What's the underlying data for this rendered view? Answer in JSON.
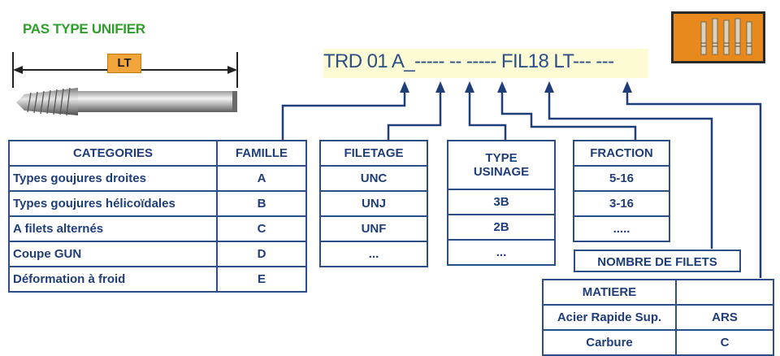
{
  "title": "PAS TYPE UNIFIER",
  "lt_label": "LT",
  "code_string": "TRD 01 A_----- -- ----- FIL18 LT--- ---",
  "colors": {
    "title_green": "#2f9e2a",
    "table_blue": "#2b4f86",
    "code_band": "#fdfbd4",
    "badge_orange": "#f2a53a",
    "thumb_orange": "#e8891d"
  },
  "categories_table": {
    "headers": [
      "CATEGORIES",
      "FAMILLE"
    ],
    "rows": [
      [
        "Types goujures droites",
        "A"
      ],
      [
        "Types goujures hélicoïdales",
        "B"
      ],
      [
        "A filets alternés",
        "C"
      ],
      [
        "Coupe GUN",
        "D"
      ],
      [
        "Déformation à froid",
        "E"
      ]
    ]
  },
  "filetage_table": {
    "header": "FILETAGE",
    "rows": [
      "UNC",
      "UNJ",
      "UNF",
      "..."
    ]
  },
  "type_table": {
    "header_line1": "TYPE",
    "header_line2": "USINAGE",
    "rows": [
      "3B",
      "2B",
      "..."
    ]
  },
  "fraction_table": {
    "header": "FRACTION",
    "rows": [
      "5-16",
      "3-16",
      "....."
    ]
  },
  "nombre_filets_label": "NOMBRE DE FILETS",
  "matiere_table": {
    "header": "MATIERE",
    "rows": [
      [
        "Acier Rapide Sup.",
        "ARS"
      ],
      [
        "Carbure",
        "C"
      ]
    ]
  }
}
